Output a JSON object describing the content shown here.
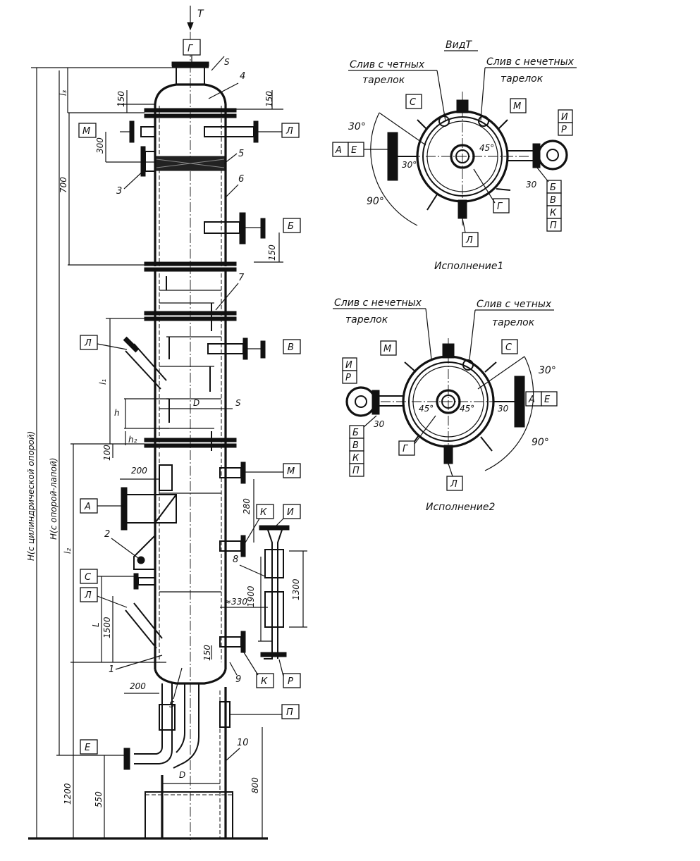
{
  "view_arrow": {
    "label": "Т"
  },
  "elevation": {
    "letters": {
      "g_top": "Г",
      "m1": "М",
      "l1": "Л",
      "b1": "Б",
      "l2": "Л",
      "v1": "В",
      "m2": "М",
      "a1": "А",
      "k1": "К",
      "i1": "И",
      "s1": "С",
      "l3": "Л",
      "k2": "К",
      "r1": "Р",
      "p1": "П",
      "e1": "Е"
    },
    "numbers": {
      "n1": "1",
      "n2": "2",
      "n3": "3",
      "n4": "4",
      "n5": "5",
      "n6": "6",
      "n7": "7",
      "n8": "8",
      "n9": "9",
      "n10": "10"
    },
    "dims": {
      "d150a": "150",
      "d150b": "150",
      "d300": "300",
      "d700": "700",
      "d150c": "150",
      "d100": "100",
      "d200a": "200",
      "d280": "280",
      "d1900": "1900",
      "d330": "≈330",
      "d1300": "1300",
      "d1500": "1500",
      "d150d": "150",
      "d200b": "200",
      "d1200": "1200",
      "d550": "550",
      "d800": "800",
      "l3": "l₃",
      "l1": "l₁",
      "l2": "l₂",
      "L": "L",
      "h": "h",
      "h2": "h₂",
      "D_top": "D",
      "S_mid": "S",
      "S_top": "S",
      "S_bottom": "S",
      "D_bottom": "D",
      "H_cyl": "H(с цилиндрической опорой)",
      "H_leg": "H(с опорой-лапой)"
    }
  },
  "view1": {
    "title": "ВидТ",
    "drain_even": "Слив с четных",
    "drain_even_2": "тарелок",
    "drain_odd": "Слив с нечетных",
    "drain_odd_2": "тарелок",
    "letters": {
      "s": "С",
      "m": "М",
      "i": "И",
      "r": "Р",
      "a": "А",
      "e": "Е",
      "b": "Б",
      "v": "В",
      "k": "К",
      "p": "П",
      "g": "Г",
      "l": "Л"
    },
    "angles": {
      "a30": "30°",
      "a90": "90°",
      "a45": "45°",
      "a30b": "30°",
      "a30c": "30"
    },
    "caption": "Исполнение1"
  },
  "view2": {
    "drain_odd": "Слив с нечетных",
    "drain_odd_2": "тарелок",
    "drain_even": "Слив с четных",
    "drain_even_2": "тарелок",
    "letters": {
      "m": "М",
      "s": "С",
      "i": "И",
      "r": "Р",
      "a": "А",
      "e": "Е",
      "b": "Б",
      "v": "В",
      "k": "К",
      "p": "П",
      "g": "Г",
      "l": "Л"
    },
    "angles": {
      "a30": "30°",
      "a90": "90°",
      "a45": "45°",
      "a45b": "45°",
      "a30b": "30",
      "a30c": "30"
    },
    "caption": "Исполнение2"
  }
}
